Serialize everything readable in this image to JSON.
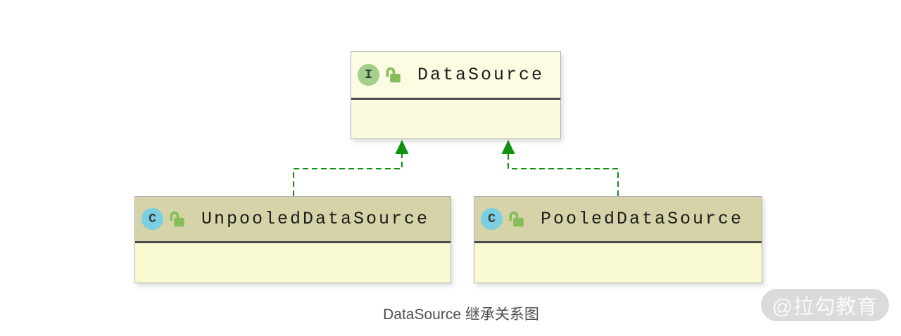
{
  "nodes": {
    "datasource": {
      "badge": "I",
      "kind": "interface",
      "name": "DataSource"
    },
    "unpooled": {
      "badge": "C",
      "kind": "class",
      "name": "UnpooledDataSource"
    },
    "pooled": {
      "badge": "C",
      "kind": "class",
      "name": "PooledDataSource"
    }
  },
  "relationships": [
    {
      "from": "UnpooledDataSource",
      "to": "DataSource",
      "type": "implements",
      "style": "dashed-green-arrow"
    },
    {
      "from": "PooledDataSource",
      "to": "DataSource",
      "type": "implements",
      "style": "dashed-green-arrow"
    }
  ],
  "caption": "DataSource 继承关系图",
  "watermark": "@拉勾教育",
  "colors": {
    "arrow_green": "#0F930F",
    "interface_badge_bg": "#A3CF8C",
    "class_badge_bg": "#7BCFE2",
    "badge_letter": "#3B3B3B",
    "lock_green": "#85BE5B",
    "node_border": "#B3B3B3",
    "separator": "#4A4A4A",
    "iface_header_bg": "#FCFCE3",
    "iface_body_bg": "#FBFBDE",
    "class_header_bg": "#D5D3A7",
    "class_body_bg": "#FAFAD2",
    "name_text": "#1C1C1C",
    "caption_text": "#4F4F4F",
    "watermark_bg": "#DBDBDB",
    "watermark_text": "#FAFAFA"
  }
}
